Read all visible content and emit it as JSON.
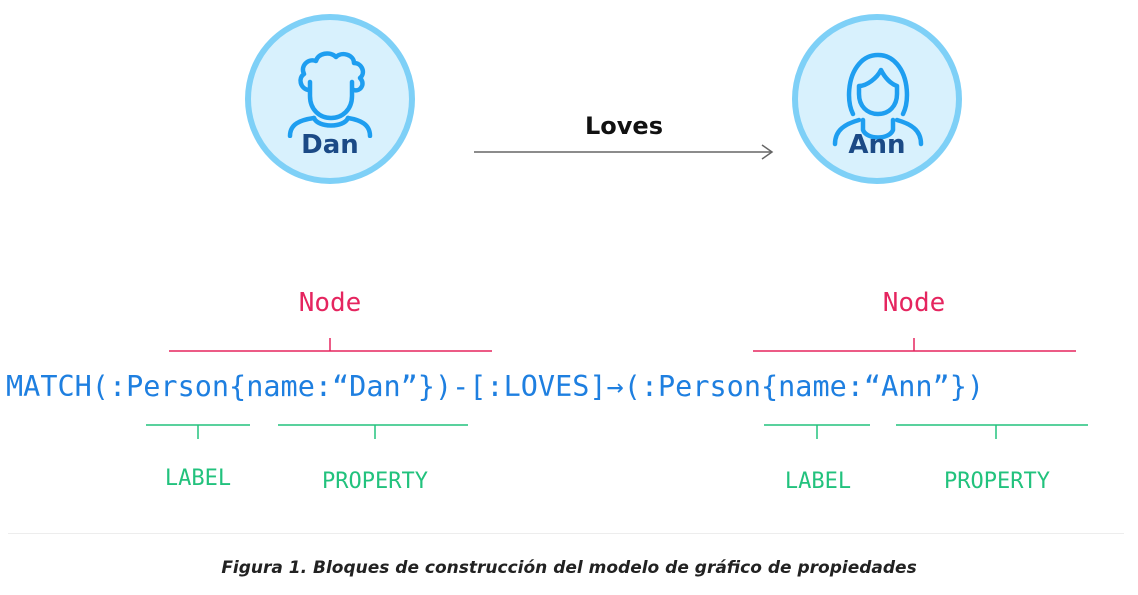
{
  "nodes": [
    {
      "name": "Dan",
      "icon": "male-person-icon"
    },
    {
      "name": "Ann",
      "icon": "female-person-icon"
    }
  ],
  "relationship": {
    "label": "Loves"
  },
  "annotations": {
    "node": "Node",
    "label": "LABEL",
    "property": "PROPERTY"
  },
  "query": "MATCH(:Person{name:“Dan”})-[:LOVES]→(:Person{name:“Ann”})",
  "caption": "Figura 1. Bloques de construcción del modelo de gráfico de propiedades",
  "colors": {
    "circle_fill": "#d8f1fd",
    "circle_border": "#7ed0f7",
    "icon": "#1e9ef0",
    "node_name": "#1b4a86",
    "node_tag": "#e5255f",
    "query": "#1e7fe0",
    "label_tag": "#22c27d"
  }
}
